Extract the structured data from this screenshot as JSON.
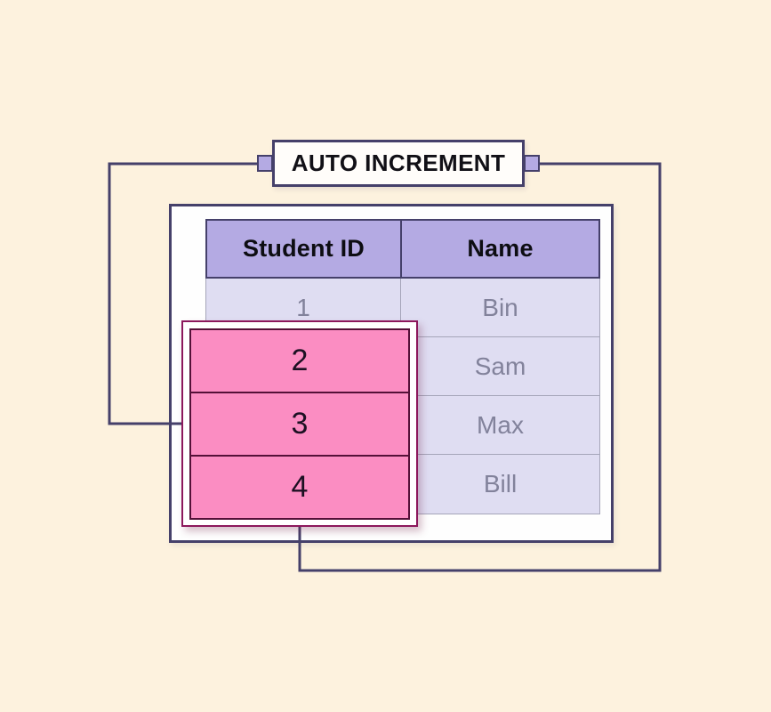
{
  "title": {
    "label": "AUTO INCREMENT"
  },
  "table": {
    "columns": [
      "Student ID",
      "Name"
    ],
    "rows": [
      {
        "id": "1",
        "name": "Bin"
      },
      {
        "id": "",
        "name": "Sam"
      },
      {
        "id": "",
        "name": "Max"
      },
      {
        "id": "",
        "name": "Bill"
      }
    ]
  },
  "highlight": {
    "values": [
      "2",
      "3",
      "4"
    ]
  },
  "colors": {
    "background": "#fdf2de",
    "line": "#45406a",
    "header_fill": "#b4aae3",
    "row_fill": "#dfddf2",
    "row_border": "#a5a5b9",
    "row_text": "#82829b",
    "pink_fill": "#fb8dc2",
    "pink_border_outer": "#8c185c",
    "pink_border_inner": "#551038",
    "panel_fill": "#fefefe"
  }
}
